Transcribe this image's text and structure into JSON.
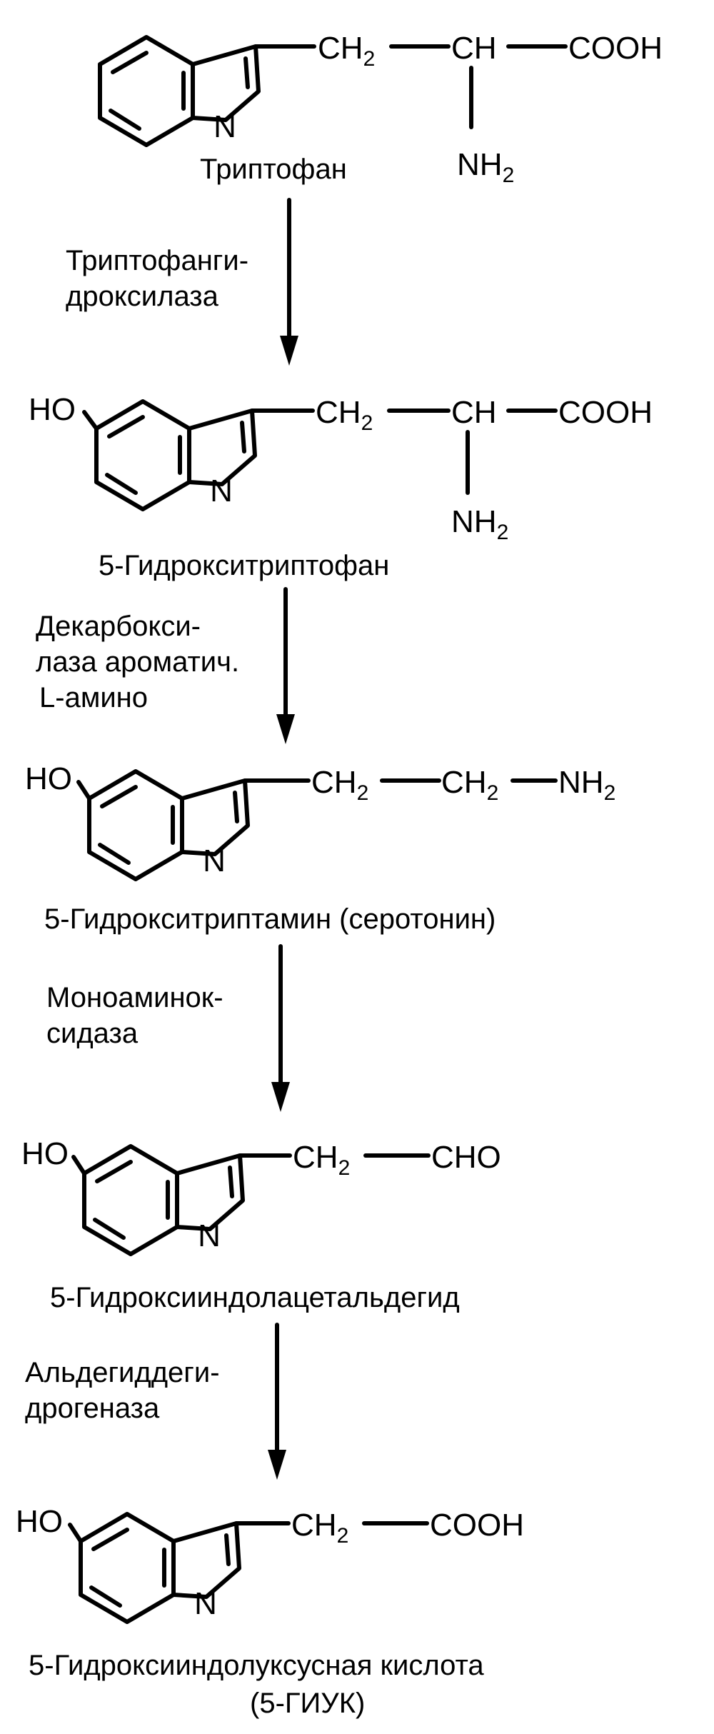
{
  "compounds": [
    {
      "name": "Триптофан",
      "prefix": "",
      "chain": [
        "CH",
        "2",
        "CH",
        "COOH"
      ],
      "below": "NH",
      "below_sub": "2",
      "n": "N"
    },
    {
      "name": "5-Гидрокситриптофан",
      "prefix": "HO",
      "chain": [
        "CH",
        "2",
        "CH",
        "COOH"
      ],
      "below": "NH",
      "below_sub": "2",
      "n": "N"
    },
    {
      "name": "5-Гидрокситриптамин (серотонин)",
      "prefix": "HO",
      "chain": [
        "CH",
        "2",
        "CH",
        "2",
        "NH",
        "2"
      ],
      "n": "N"
    },
    {
      "name": "5-Гидроксииндолацетальдегид",
      "prefix": "HO",
      "chain": [
        "CH",
        "2",
        "CHO"
      ],
      "n": "N"
    },
    {
      "name": "5-Гидроксииндолуксусная кислота",
      "name2": "(5-ГИУК)",
      "prefix": "HO",
      "chain": [
        "CH",
        "2",
        "COOH"
      ],
      "n": "N"
    }
  ],
  "enzymes": [
    {
      "lines": [
        "Триптофанги-",
        "дроксилаза"
      ]
    },
    {
      "lines": [
        "Декарбокси-",
        "лаза ароматич.",
        "L-амино"
      ]
    },
    {
      "lines": [
        "Моноаминок-",
        "сидаза"
      ]
    },
    {
      "lines": [
        "Альдегиддеги-",
        "дрогеназа"
      ]
    }
  ]
}
